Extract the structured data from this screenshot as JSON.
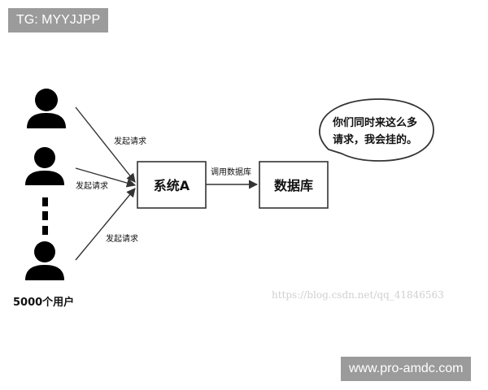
{
  "badges": {
    "top_left": "TG: MYYJJPP",
    "bottom_right": "www.pro-amdc.com"
  },
  "users": {
    "label": "5000个用户",
    "icon": "person-icon",
    "ellipsis_icon": "vertical-dots-icon"
  },
  "edges": {
    "request_top": "发起请求",
    "request_mid": "发起请求",
    "request_bottom": "发起请求",
    "call_db": "调用数据库"
  },
  "nodes": {
    "system": "系统A",
    "database": "数据库"
  },
  "bubble": {
    "line1": "你们同时来这么多",
    "line2": "请求，我会挂的。"
  },
  "watermark": "https://blog.csdn.net/qq_41846563",
  "colors": {
    "stroke": "#333333",
    "badge_bg": "#9b9b9b",
    "watermark": "#d0d0d0"
  }
}
